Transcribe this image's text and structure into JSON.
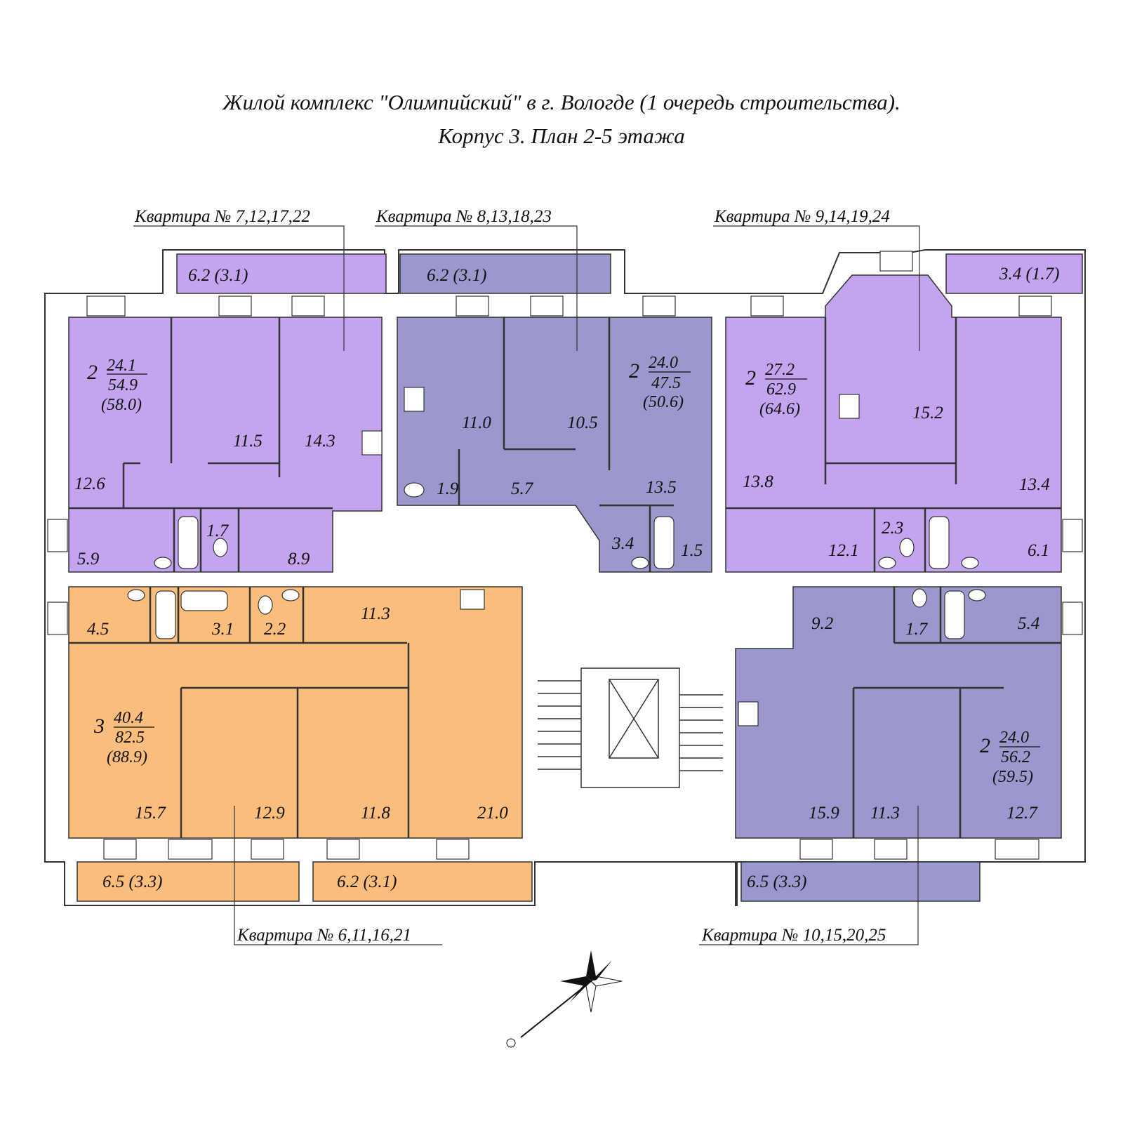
{
  "title": {
    "line1": "Жилой комплекс \"Олимпийский\" в г. Вологде (1 очередь строительства).",
    "line2": "Корпус 3. План 2-5 этажа"
  },
  "colors": {
    "lilac": "#c2a4ef",
    "periwinkle": "#9a98cc",
    "orange": "#fbbd7c",
    "wall": "#ffffff",
    "line": "#222222"
  },
  "icons": [
    "compass-rose-icon",
    "elevator-icon",
    "stair-icon",
    "stove-icon",
    "sink-icon",
    "bathtub-icon",
    "toilet-icon"
  ],
  "apartments": [
    {
      "label": "Квартира № 7,12,17,22",
      "rooms": "2",
      "living": "24.1",
      "total": "54.9",
      "total_balcony": "(58.0)",
      "areas": [
        "6.2 (3.1)",
        "12.6",
        "11.5",
        "14.3",
        "5.9",
        "1.7",
        "8.9"
      ]
    },
    {
      "label": "Квартира № 8,13,18,23",
      "rooms": "2",
      "living": "24.0",
      "total": "47.5",
      "total_balcony": "(50.6)",
      "areas": [
        "6.2 (3.1)",
        "11.0",
        "10.5",
        "13.5",
        "1.9",
        "5.7",
        "3.4",
        "1.5"
      ]
    },
    {
      "label": "Квартира № 9,14,19,24",
      "rooms": "2",
      "living": "27.2",
      "total": "62.9",
      "total_balcony": "(64.6)",
      "areas": [
        "3.4 (1.7)",
        "15.2",
        "13.8",
        "13.4",
        "12.1",
        "2.3",
        "6.1"
      ]
    },
    {
      "label": "Квартира № 6,11,16,21",
      "rooms": "3",
      "living": "40.4",
      "total": "82.5",
      "total_balcony": "(88.9)",
      "areas": [
        "4.5",
        "3.1",
        "2.2",
        "11.3",
        "15.7",
        "12.9",
        "11.8",
        "21.0",
        "6.5 (3.3)",
        "6.2 (3.1)"
      ]
    },
    {
      "label": "Квартира № 10,15,20,25",
      "rooms": "2",
      "living": "24.0",
      "total": "56.2",
      "total_balcony": "(59.5)",
      "areas": [
        "9.2",
        "1.7",
        "5.4",
        "15.9",
        "11.3",
        "12.7",
        "6.5 (3.3)"
      ]
    }
  ]
}
